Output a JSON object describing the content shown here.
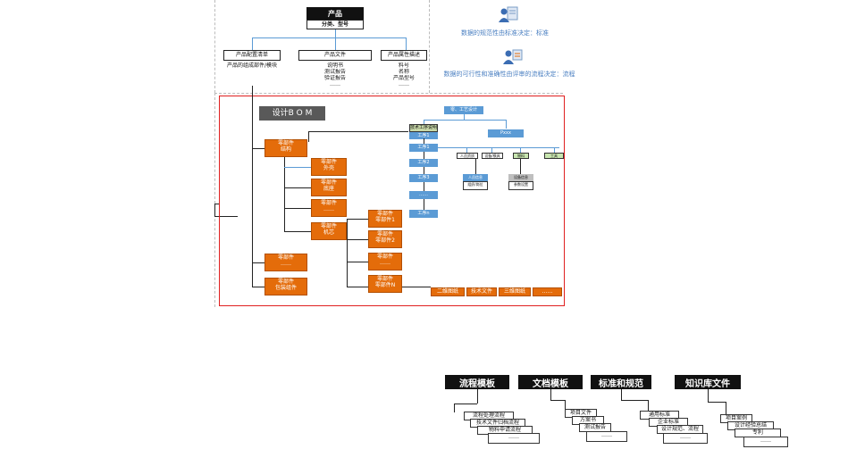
{
  "product": {
    "title": "产品",
    "subtitle": "分类、型号"
  },
  "top_boxes": [
    {
      "title": "产品配置清单",
      "lines": [
        "产品的组成部件/模块"
      ]
    },
    {
      "title": "产品文件",
      "lines": [
        "说明书",
        "测试报告",
        "验证报告",
        "……"
      ]
    },
    {
      "title": "产品属性描述",
      "lines": [
        "料号",
        "名称",
        "产品型号",
        "……"
      ]
    }
  ],
  "legend": [
    {
      "text": "数据的规范性由标准决定：标准",
      "icon": "user-document-icon"
    },
    {
      "text": "数据的可行性和准确性由评审的流程决定：流程",
      "icon": "user-workflow-icon"
    }
  ],
  "bom": {
    "title": "设计B O M",
    "level1": [
      {
        "l1": "零部件",
        "l2": "结构"
      },
      {
        "l1": "零部件",
        "l2": "……"
      },
      {
        "l1": "零部件",
        "l2": "包装组件"
      }
    ],
    "level2": [
      {
        "l1": "零部件",
        "l2": "外壳"
      },
      {
        "l1": "零部件",
        "l2": "底座"
      },
      {
        "l1": "零部件",
        "l2": "……"
      },
      {
        "l1": "零部件",
        "l2": "机芯"
      }
    ],
    "level3": [
      {
        "l1": "零部件",
        "l2": "零部件1"
      },
      {
        "l1": "零部件",
        "l2": "零部件2"
      },
      {
        "l1": "零部件",
        "l2": "……"
      },
      {
        "l1": "零部件",
        "l2": "零部件N"
      }
    ],
    "docs": [
      "二维图纸",
      "技术文件",
      "三维图纸",
      "……"
    ]
  },
  "flow": {
    "top": "零、工艺设计",
    "left_head": "工序1",
    "left_head_sub": "技术工序说明",
    "right_head": "Pxxx",
    "steps": [
      "工序1",
      "工序2",
      "工序3",
      "……",
      "工序n"
    ],
    "resources": [
      "人员资质",
      "设备/模具",
      "物料",
      "工具"
    ],
    "sub": [
      {
        "a": "人员信息",
        "b": "组织/岗位"
      },
      {
        "a": "设备信息",
        "b": "参数设置"
      }
    ]
  },
  "templates": [
    {
      "title": "流程模板",
      "docs": [
        "流程处理流程",
        "技术文件归档流程",
        "物料申请流程",
        "……"
      ]
    },
    {
      "title": "文档模板",
      "docs": [
        "项目文件",
        "方案书",
        "测试报告",
        "……"
      ]
    },
    {
      "title": "标准和规范",
      "docs": [
        "通用标准",
        "企业标准",
        "设计规范、流程",
        "……"
      ]
    },
    {
      "title": "知识库文件",
      "docs": [
        "项目案例",
        "设计经验总结",
        "专利",
        "……"
      ]
    }
  ],
  "colors": {
    "orange": "#e46c0a",
    "blue": "#5b9bd5",
    "red": "#e02020",
    "black": "#111111"
  }
}
